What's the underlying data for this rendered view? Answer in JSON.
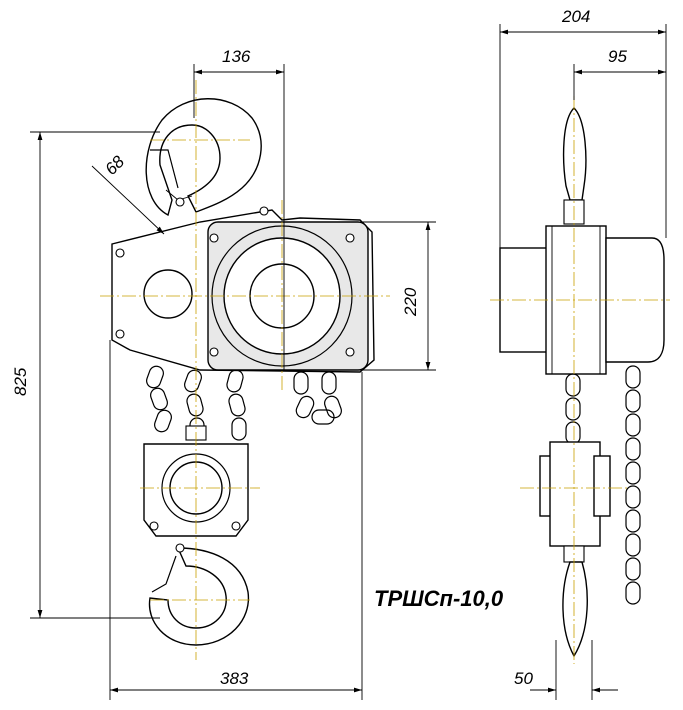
{
  "model_label": "ТРШСп-10,0",
  "dimensions": {
    "overall_width_side": "204",
    "side_offset": "95",
    "hook_width": "136",
    "hook_opening": "68",
    "total_height": "825",
    "body_height": "220",
    "total_width_front": "383",
    "bottom_offset": "50"
  },
  "colors": {
    "line": "#000000",
    "centerline": "#c9a000",
    "background": "#ffffff"
  }
}
